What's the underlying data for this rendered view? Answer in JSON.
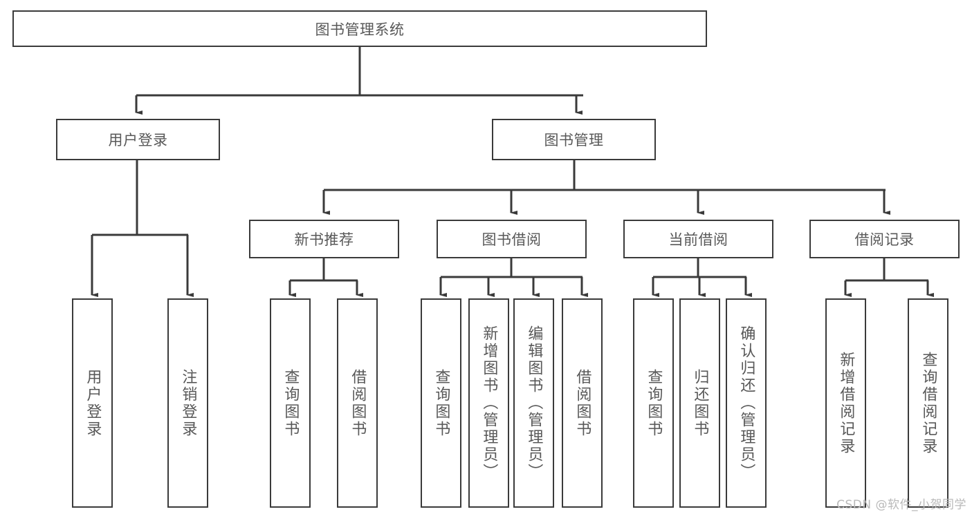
{
  "diagram": {
    "title": "图书管理系统",
    "type": "tree",
    "stroke_color": "#3a3a3a",
    "text_color": "#585858",
    "background": "#ffffff"
  },
  "watermark": {
    "text": "CSDN @软件_小贺同学",
    "color": "#b9b9b9"
  },
  "nodes": {
    "root": {
      "label": "图书管理系统"
    },
    "level1": [
      {
        "id": "user-login",
        "label": "用户登录"
      },
      {
        "id": "book-manage",
        "label": "图书管理"
      }
    ],
    "level2": [
      {
        "id": "new-book-recommend",
        "label": "新书推荐"
      },
      {
        "id": "book-borrow",
        "label": "图书借阅"
      },
      {
        "id": "current-borrow",
        "label": "当前借阅"
      },
      {
        "id": "borrow-record",
        "label": "借阅记录"
      }
    ],
    "leaves": {
      "user_login": [
        {
          "id": "leaf-user-login",
          "label": "用户登录"
        },
        {
          "id": "leaf-logout-login",
          "label": "注销登录"
        }
      ],
      "new_book_recommend": [
        {
          "id": "leaf-query-book-1",
          "label": "查询图书"
        },
        {
          "id": "leaf-borrow-book-1",
          "label": "借阅图书"
        }
      ],
      "book_borrow": [
        {
          "id": "leaf-query-book-2",
          "label": "查询图书"
        },
        {
          "id": "leaf-add-book",
          "label": "新增图书（管理员）"
        },
        {
          "id": "leaf-edit-book",
          "label": "编辑图书（管理员）"
        },
        {
          "id": "leaf-borrow-book-2",
          "label": "借阅图书"
        }
      ],
      "current_borrow": [
        {
          "id": "leaf-query-book-3",
          "label": "查询图书"
        },
        {
          "id": "leaf-return-book",
          "label": "归还图书"
        },
        {
          "id": "leaf-confirm-return",
          "label": "确认归还（管理员）"
        }
      ],
      "borrow_record": [
        {
          "id": "leaf-add-record",
          "label": "新增借阅记录"
        },
        {
          "id": "leaf-query-record",
          "label": "查询借阅记录"
        }
      ]
    }
  }
}
